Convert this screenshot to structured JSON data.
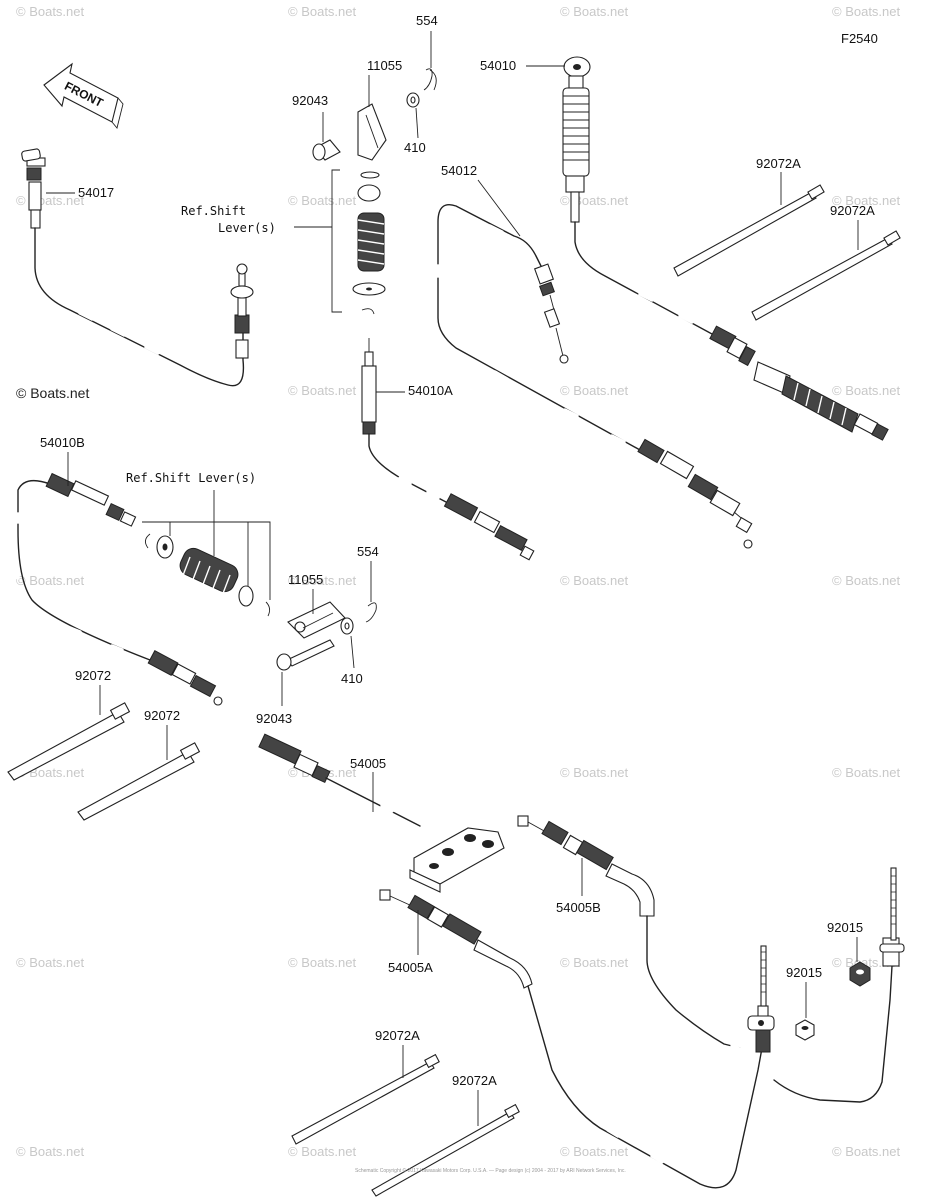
{
  "figure_code": "F2540",
  "front_label": "FRONT",
  "ref_labels": {
    "shift_lever_upper_line1": "Ref.Shift",
    "shift_lever_upper_line2": "Lever(s)",
    "shift_lever_lower": "Ref.Shift Lever(s)"
  },
  "parts": {
    "p554_upper": "554",
    "p11055_upper": "11055",
    "p92043_upper": "92043",
    "p410_upper": "410",
    "p54010": "54010",
    "p54017": "54017",
    "p54012": "54012",
    "p92072A_r1": "92072A",
    "p92072A_r2": "92072A",
    "p54010A": "54010A",
    "p54010B": "54010B",
    "p554_lower": "554",
    "p11055_lower": "11055",
    "p410_lower": "410",
    "p92043_lower": "92043",
    "p92072_a": "92072",
    "p92072_b": "92072",
    "p54005": "54005",
    "p54005B": "54005B",
    "p54005A": "54005A",
    "p92015_a": "92015",
    "p92015_b": "92015",
    "p92072A_b1": "92072A",
    "p92072A_b2": "92072A"
  },
  "watermark": {
    "text": "© Boats.net"
  },
  "footer_notice": "Schematic Copyright © 2017 Kawasaki Motors Corp. U.S.A. — Page design (c) 2004 - 2017 by ARI Network Services, Inc."
}
